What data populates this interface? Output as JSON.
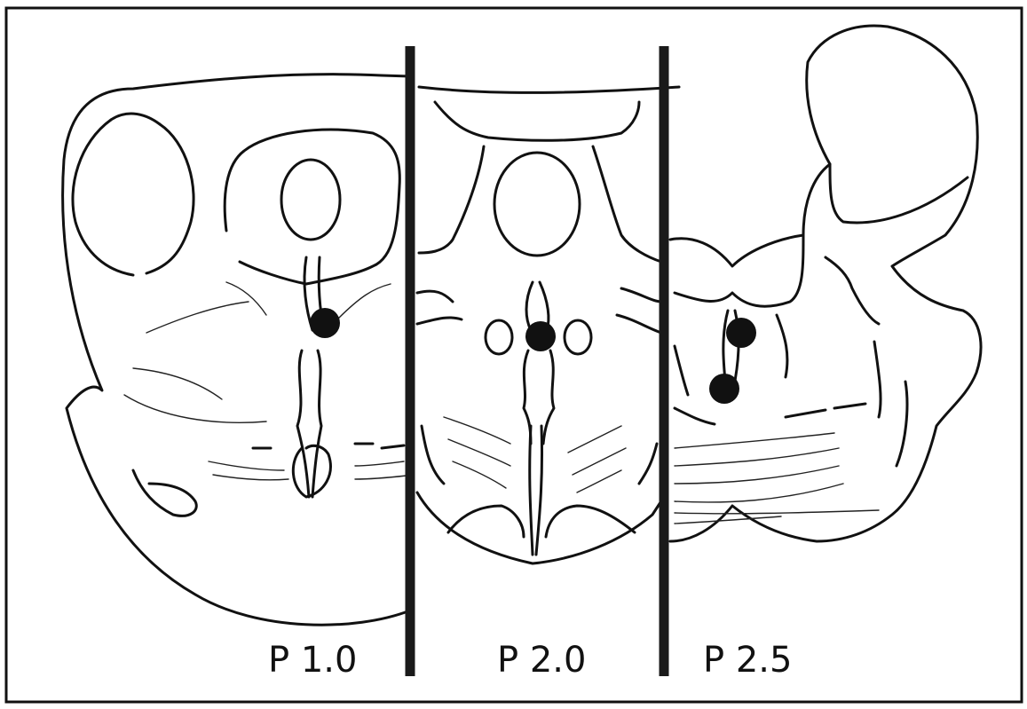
{
  "panels": [
    {
      "id": "p1",
      "label": "P 1.0"
    },
    {
      "id": "p2",
      "label": "P 2.0"
    },
    {
      "id": "p3",
      "label": "P 2.5"
    }
  ],
  "colors": {
    "ink": "#111111",
    "background": "#ffffff",
    "lesion_marker": "#111111"
  }
}
